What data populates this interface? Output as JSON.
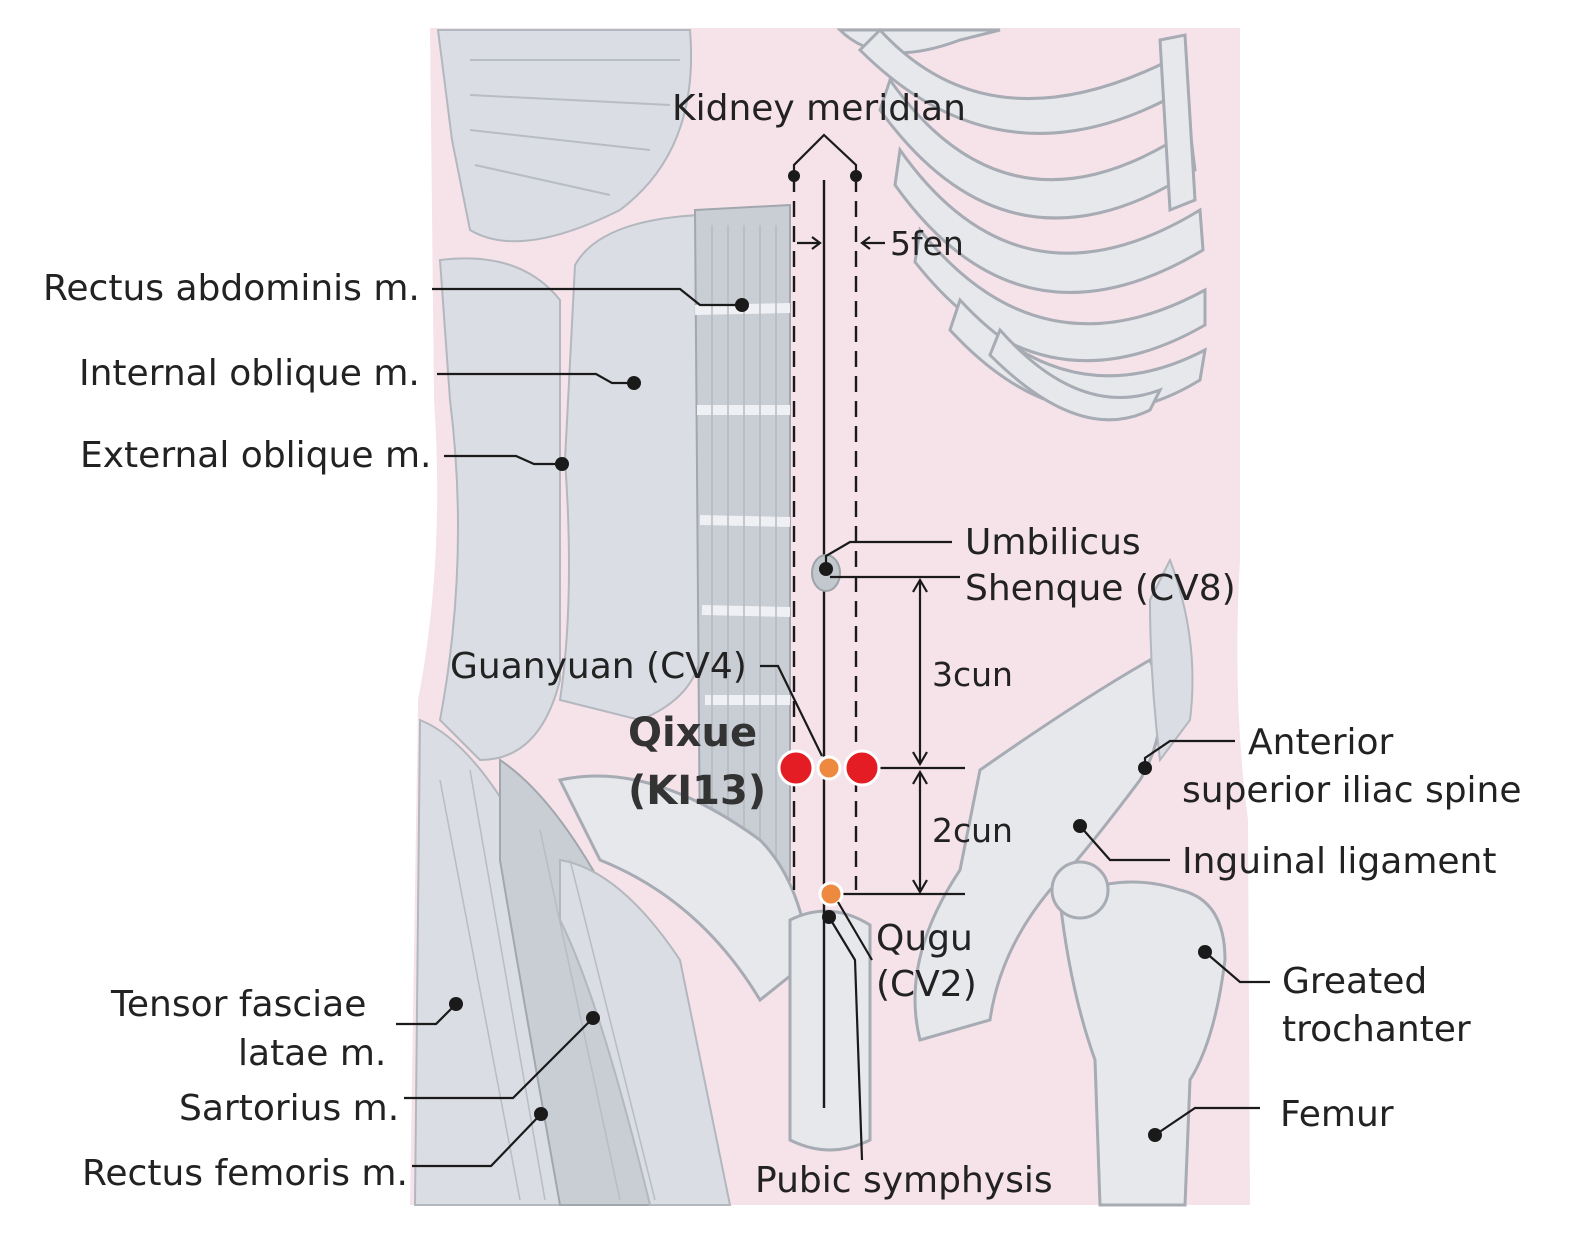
{
  "colors": {
    "acupoint_main": "#e31d23",
    "acupoint_reference": "#ee8a40",
    "skin_background": "#f6e3ea",
    "anatomy_gray": "#dcdfe4",
    "line": "#1a1a1a"
  },
  "labels": {
    "kidney_meridian": "Kidney meridian",
    "five_fen": "5fen",
    "rectus_abdominis": "Rectus abdominis m.",
    "internal_oblique": "Internal oblique m.",
    "external_oblique": "External oblique m.",
    "umbilicus": "Umbilicus",
    "shenque": "Shenque (CV8)",
    "guanyuan": "Guanyuan (CV4)",
    "three_cun": "3cun",
    "qixue_line1": "Qixue",
    "qixue_line2": "(KI13)",
    "anterior_line1": "Anterior",
    "anterior_line2": "superior iliac spine",
    "two_cun": "2cun",
    "inguinal": "Inguinal ligament",
    "qugu_line1": "Qugu",
    "qugu_line2": "(CV2)",
    "greater_line1": "Greated",
    "greater_line2": "trochanter",
    "tensor_line1": "Tensor fasciae",
    "tensor_line2": "latae m.",
    "sartorius": "Sartorius m.",
    "rectus_femoris": "Rectus femoris m.",
    "femur": "Femur",
    "pubic": "Pubic symphysis"
  }
}
